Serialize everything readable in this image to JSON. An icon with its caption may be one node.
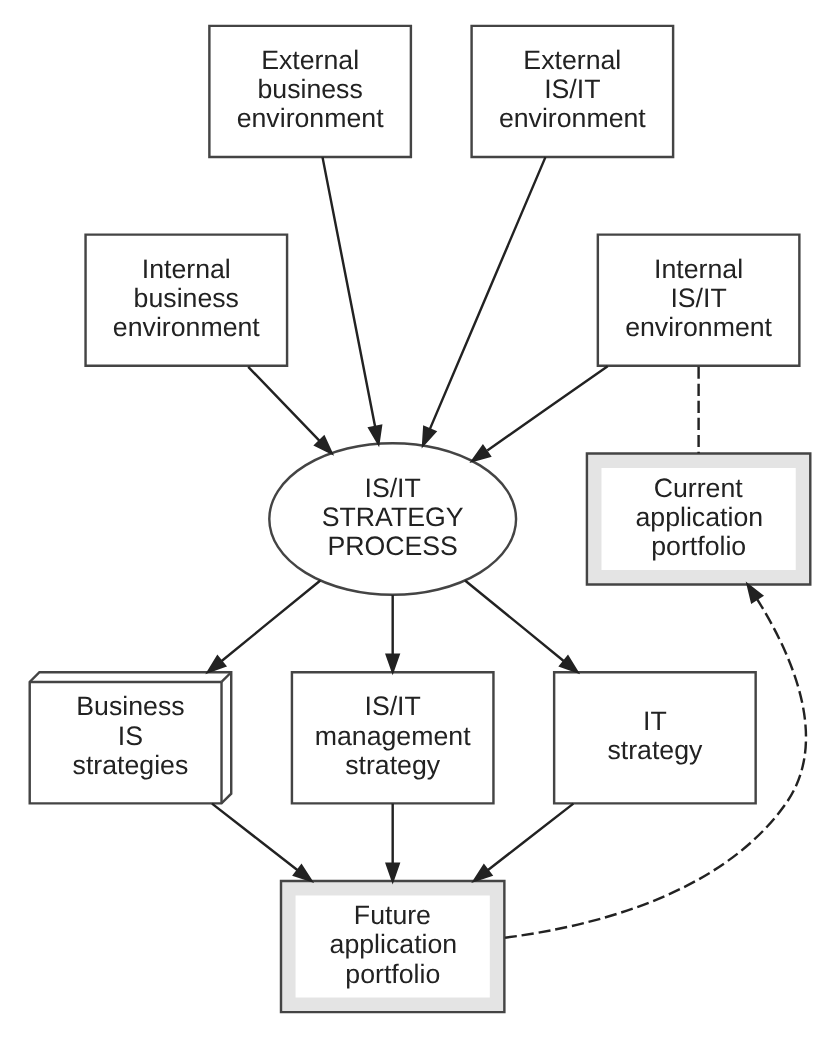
{
  "diagram": {
    "nodes": [
      {
        "text": [
          "External business environment"
        ]
      },
      {
        "text": [
          "External IS/IT environment"
        ]
      },
      {
        "text": [
          "Internal business environment"
        ]
      },
      {
        "text": [
          "Internal IS/IT environment"
        ]
      },
      {
        "text": [
          "Current application portfolio"
        ]
      },
      {
        "text": [
          "IS/IT STRATEGY PROCESS"
        ]
      },
      {
        "text": [
          "Business IS strategies"
        ]
      },
      {
        "text": [
          "IS/IT management strategy"
        ]
      },
      {
        "text": [
          "IT strategy"
        ]
      },
      {
        "text": [
          "Future application portfolio"
        ]
      }
    ],
    "edges": [
      {
        "from": 0,
        "to": 5,
        "arrow": "to"
      },
      {
        "from": 2,
        "to": 5,
        "arrow": "to"
      },
      {
        "from": 1,
        "to": 5,
        "arrow": "to"
      },
      {
        "from": 3,
        "to": 5,
        "arrow": "to"
      },
      {
        "from": 3,
        "to": 4,
        "arrow": "none",
        "style": "dashed"
      },
      {
        "from": 5,
        "to": 6,
        "arrow": "to"
      },
      {
        "from": 5,
        "to": 7,
        "arrow": "to"
      },
      {
        "from": 5,
        "to": 8,
        "arrow": "to"
      },
      {
        "from": 6,
        "to": 9,
        "arrow": "to"
      },
      {
        "from": 7,
        "to": 9,
        "arrow": "to"
      },
      {
        "from": 8,
        "to": 9,
        "arrow": "to"
      },
      {
        "from": 9,
        "to": 4,
        "arrow": "to",
        "style": "dashed"
      }
    ]
  }
}
